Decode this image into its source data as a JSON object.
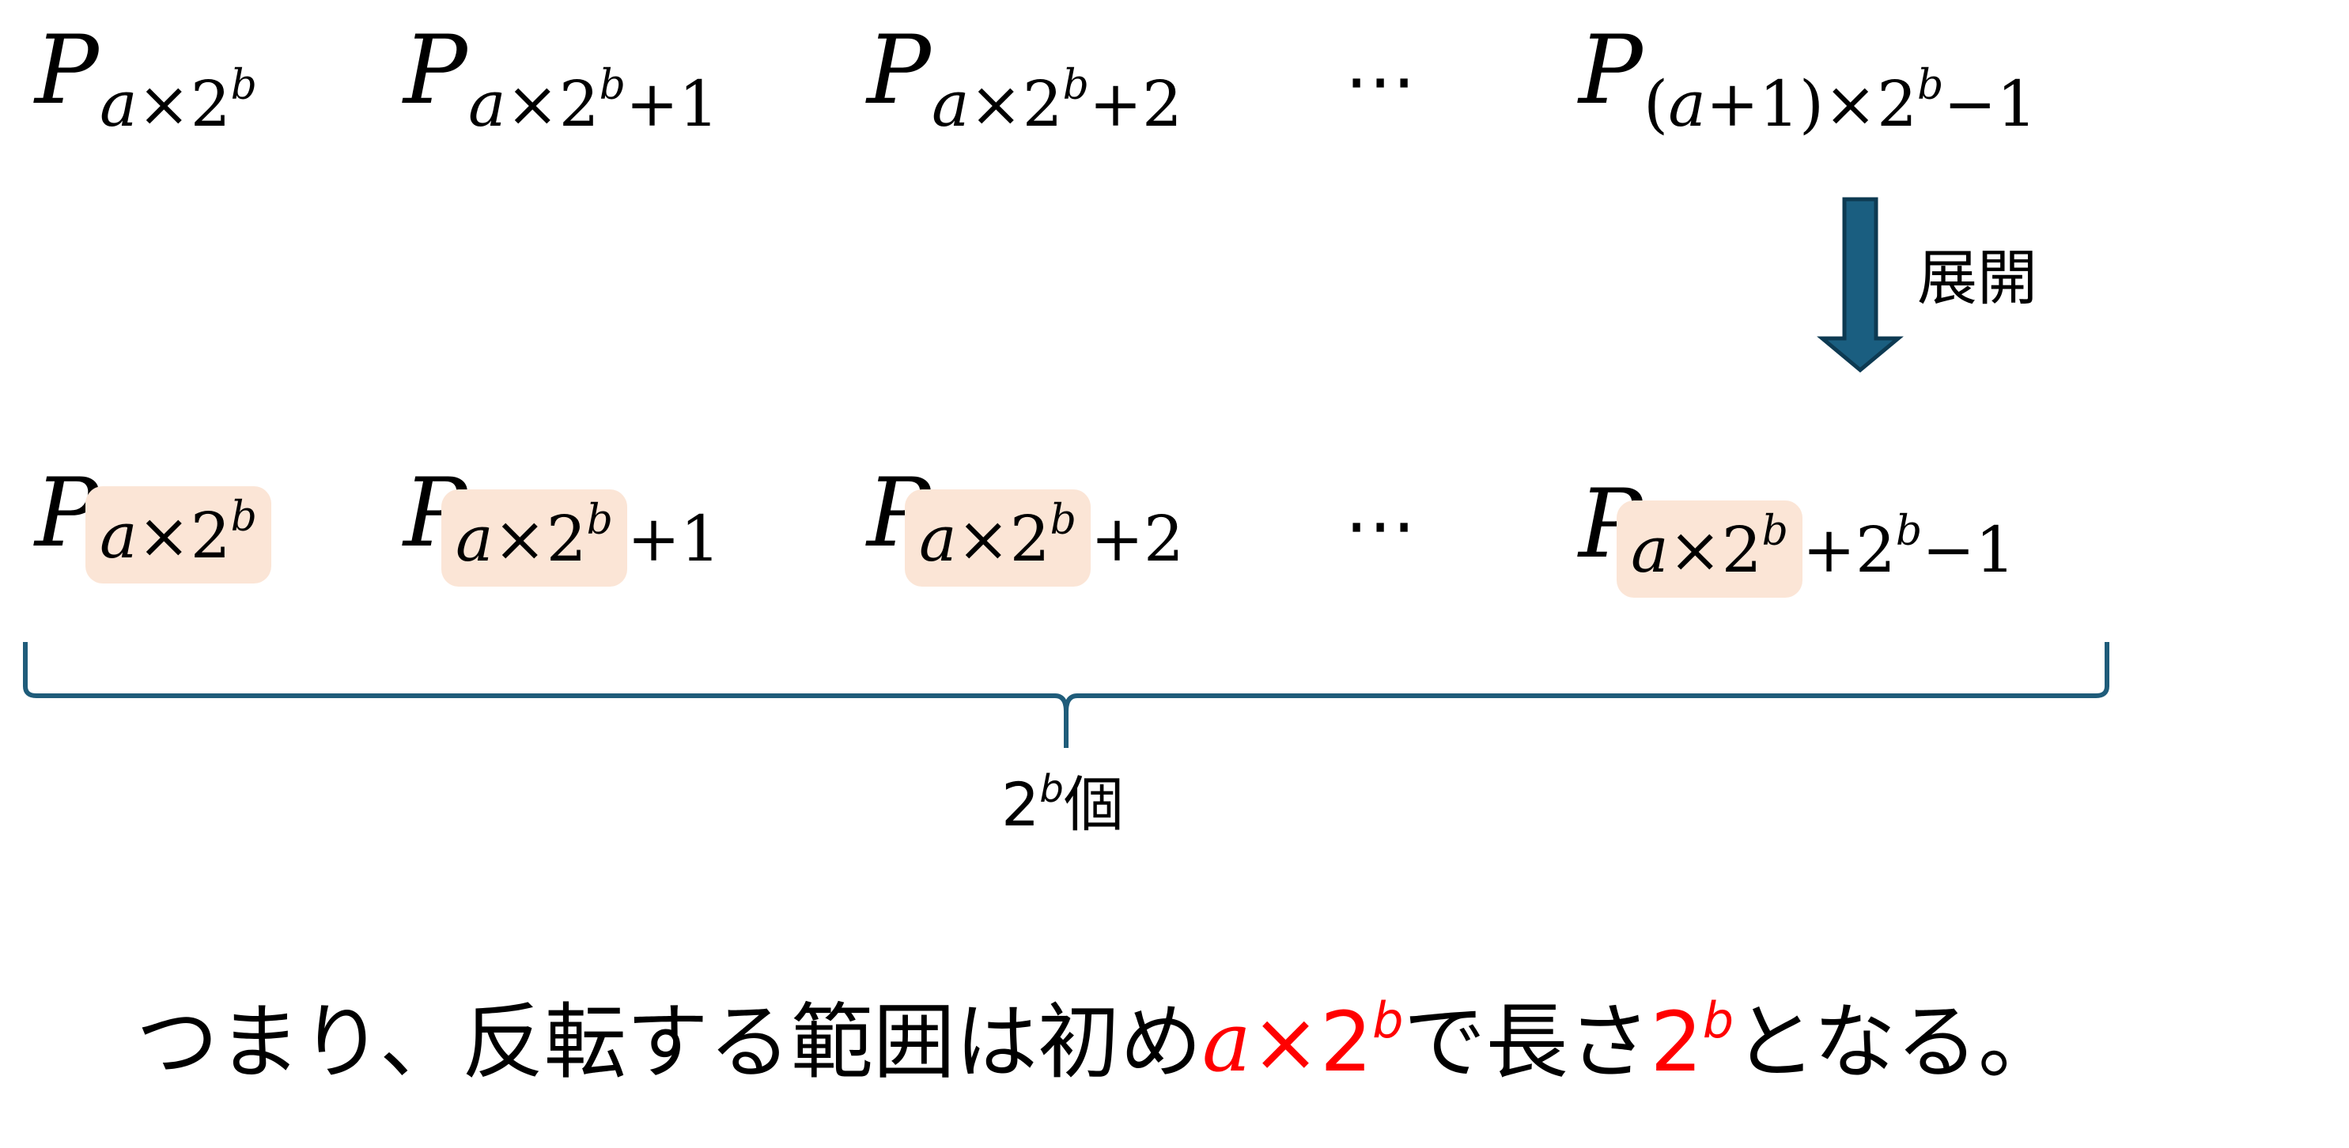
{
  "top_row": {
    "p": "P",
    "t0": {
      "a": "a",
      "x2": "×2",
      "b": "b",
      "tail": ""
    },
    "t1": {
      "a": "a",
      "x2": "×2",
      "b": "b",
      "tail": "+1"
    },
    "t2": {
      "a": "a",
      "x2": "×2",
      "b": "b",
      "tail": "+2"
    },
    "dots": "⋯",
    "last": {
      "lead": "(",
      "a": "a",
      "mid": "+1)×2",
      "b": "b",
      "tail": "−1"
    }
  },
  "arrow_label": "展開",
  "bottom_row": {
    "p": "P",
    "t0": {
      "a": "a",
      "x2": "×2",
      "b": "b",
      "tail": ""
    },
    "t1": {
      "a": "a",
      "x2": "×2",
      "b": "b",
      "tail": "+1"
    },
    "t2": {
      "a": "a",
      "x2": "×2",
      "b": "b",
      "tail": "+2"
    },
    "dots": "⋯",
    "last": {
      "a": "a",
      "x2": "×2",
      "b": "b",
      "tail_pre": "+2",
      "tail_b": "b",
      "tail_post": "−1"
    }
  },
  "brace_label": {
    "base": "2",
    "exp": "b",
    "suffix": "個"
  },
  "conclusion": {
    "part1": "つまり、反転する範囲は初め",
    "expr1_a": "a",
    "expr1_x2": "×2",
    "expr1_b": "b",
    "part2": "で長さ",
    "expr2_base": "2",
    "expr2_b": "b",
    "part3": "となる。"
  },
  "colors": {
    "arrow": "#1a5e80",
    "brace": "#1f5c7a",
    "highlight": "#fbe5d6",
    "accent": "#ff0000"
  }
}
